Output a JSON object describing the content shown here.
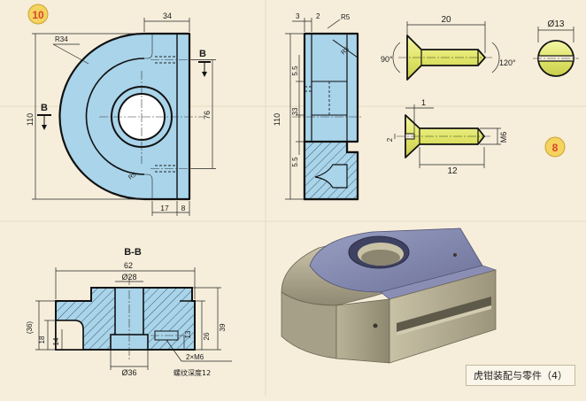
{
  "badges": {
    "part_number": "10",
    "screw_number": "8"
  },
  "colors": {
    "part_fill": "#a9d4ea",
    "screw_fill": "#e9ec7a",
    "badge_fill": "#f4d35e",
    "badge_text": "#d9462b",
    "paper": "#f6eedb"
  },
  "front_view": {
    "dims": {
      "top_width": "34",
      "radius": "R34",
      "height": "110",
      "inner": "76",
      "fillet": "R5",
      "bottom_a": "17",
      "bottom_b": "8"
    },
    "section_marks": {
      "left": "B",
      "right": "B"
    }
  },
  "side_view": {
    "dims": {
      "top_a": "3",
      "top_b": "2",
      "chamfer": "R5",
      "v1": "5.5",
      "v2": "33",
      "v3": "5.5",
      "height": "110"
    }
  },
  "screw_top": {
    "dims": {
      "length": "20",
      "angle_left": "90°",
      "angle_right": "120°"
    }
  },
  "screw_end": {
    "dims": {
      "diameter": "Ø13"
    }
  },
  "screw_bottom": {
    "dims": {
      "slot": "1",
      "slot_depth": "2",
      "thread": "M6",
      "length": "12"
    }
  },
  "section_bb": {
    "title": "B-B",
    "dims": {
      "width": "62",
      "bore_top": "Ø28",
      "bore_bottom": "Ø36",
      "h_total": "(36)",
      "h_low": "18",
      "h_14": "14",
      "h_13": "13",
      "h_26": "26",
      "h_39": "39"
    },
    "note_line1": "2×M6",
    "note_line2": "螺纹深度12"
  },
  "caption": "虎钳装配与零件（4）"
}
